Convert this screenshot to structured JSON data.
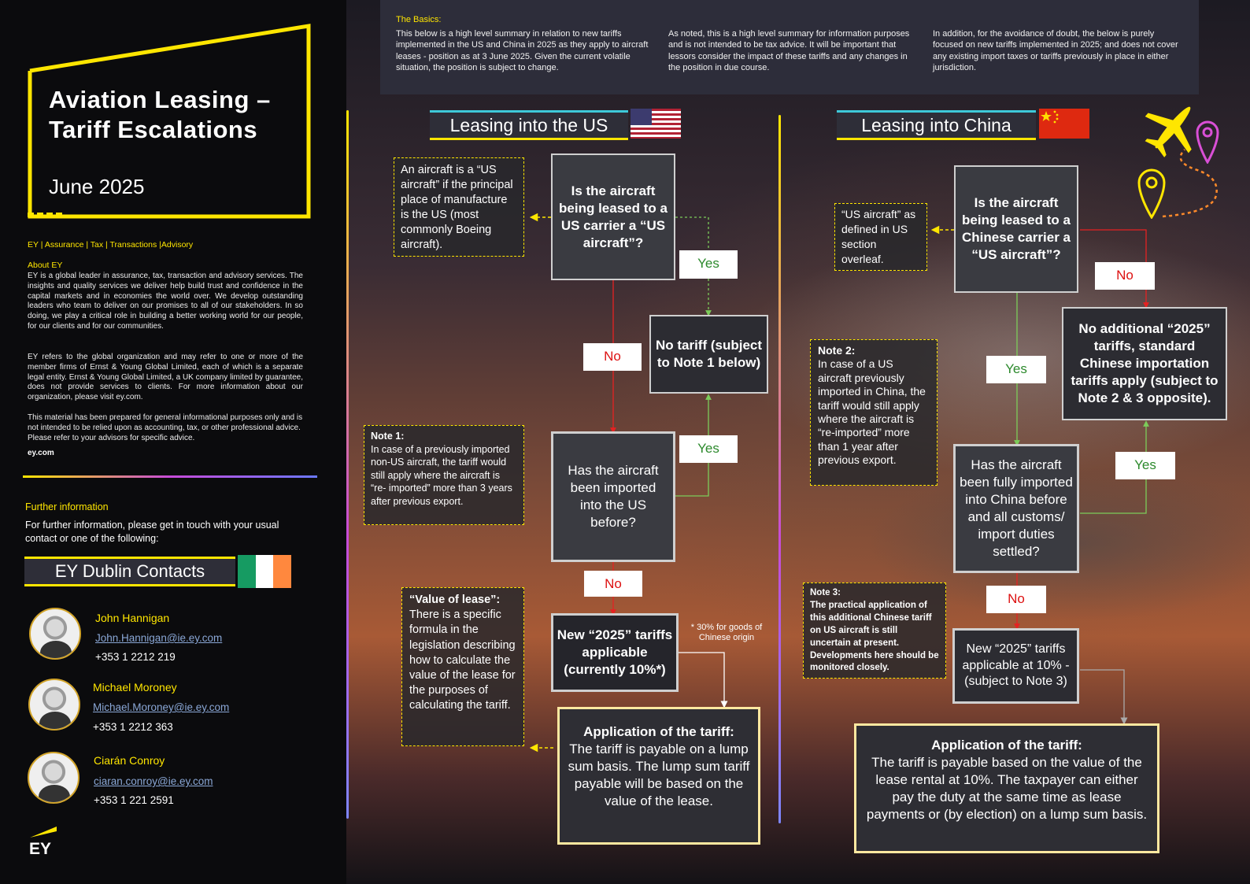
{
  "left_panel": {
    "title_line1": "Aviation Leasing –",
    "title_line2": "Tariff Escalations",
    "date": "June 2025",
    "services": [
      "EY",
      "Assurance",
      "Tax",
      "Transactions",
      "Advisory"
    ],
    "about_label": "About EY",
    "about_text": "EY is a global leader in assurance, tax, transaction and advisory services. The insights and quality services we deliver help build trust and confidence in the capital markets and in economies the world over. We develop outstanding leaders who team to deliver on our promises to all of our stakeholders. In so doing, we play a critical role in building a better working world for our people, for our clients and for our communities.",
    "refers_text": "EY refers to the global organization and may refer to one or more of the member firms of Ernst & Young Global Limited, each of which is a separate legal entity. Ernst & Young Global Limited, a UK company limited by guarantee, does not provide services to clients. For more information about our organization, please visit ey.com.",
    "material_text": "This material has been prepared for general informational purposes only and is not intended to be relied upon as accounting, tax, or other professional advice. Please refer to your advisors for specific advice.",
    "site": "ey.com",
    "further_label": "Further information",
    "further_text": "For further information, please get in touch with your usual contact or one of the following:",
    "contacts_title": "EY Dublin Contacts",
    "contacts": [
      {
        "name": "John Hannigan",
        "email": "John.Hannigan@ie.ey.com",
        "phone": "+353 1 2212 219"
      },
      {
        "name": "Michael Moroney",
        "email": "Michael.Moroney@ie.ey.com",
        "phone": "+353 1 2212 363"
      },
      {
        "name": "Ciarán Conroy",
        "email": "ciaran.conroy@ie.ey.com",
        "phone": "+353 1 221 2591"
      }
    ],
    "logo_text": "EY"
  },
  "basics": {
    "label": "The Basics:",
    "col1": "This below is a high level summary in relation to new tariffs implemented in the US and China in 2025 as they apply to aircraft leases - position as at 3 June 2025. Given the current volatile situation, the position is subject to change.",
    "col2": "As noted, this is a high level summary for information purposes and is not intended to be tax advice. It will be important that lessors consider the impact of these tariffs and any changes in the position in due course.",
    "col3": "In addition, for the avoidance of doubt, the below is purely focused on new tariffs implemented in 2025; and does not cover any existing import taxes or tariffs previously in place in either jurisdiction."
  },
  "us": {
    "header": "Leasing into the US",
    "q1": "Is the aircraft being leased to a US carrier a “US aircraft”?",
    "def": "An aircraft is a “US aircraft” if the principal place of manufacture is the US (most commonly Boeing aircraft).",
    "yes1": "Yes",
    "no1": "No",
    "no_tariff": "No tariff (subject to Note 1 below)",
    "q2": "Has the aircraft been imported into the US before?",
    "yes2": "Yes",
    "no2": "No",
    "note1_label": "Note 1:",
    "note1_text": "In case of a previously imported non-US aircraft, the tariff would still apply where the aircraft is “re- imported” more than 3 years after previous export.",
    "new_tariff": "New “2025” tariffs applicable (currently 10%*)",
    "footnote": "* 30% for goods of Chinese origin",
    "value_label": "“Value of lease”:",
    "value_text": "There is a specific formula in the legislation describing how to calculate the value of the lease for the purposes of calculating the tariff.",
    "app_label": "Application of the tariff:",
    "app_text": "The tariff is payable on a lump sum basis. The lump sum tariff payable will be based on the value of the lease."
  },
  "china": {
    "header": "Leasing into China",
    "q1": "Is the aircraft being leased to a Chinese carrier a “US aircraft”?",
    "def": "“US aircraft” as defined in US section overleaf.",
    "no1": "No",
    "no_additional": "No additional “2025” tariffs, standard Chinese importation tariffs apply (subject to Note 2 & 3 opposite).",
    "yes1": "Yes",
    "note2_label": "Note 2:",
    "note2_text": "In case of a US aircraft previously imported in China, the tariff would still apply where the aircraft is “re-imported” more than 1 year after previous export.",
    "q2": "Has the aircraft been fully imported into China before and all customs/ import duties settled?",
    "yes2": "Yes",
    "no2": "No",
    "note3_label": "Note 3:",
    "note3_text": "The practical application of this additional Chinese tariff on US aircraft is still uncertain at present. Developments here should be monitored closely.",
    "new_tariff": "New “2025” tariffs applicable at 10% - (subject to Note 3)",
    "app_label": "Application of the tariff:",
    "app_text": "The tariff is payable based on the value of the lease rental at 10%. The taxpayer can either pay the duty at the same time as lease payments or (by election) on a lump sum basis."
  },
  "icons": [
    "airplane-icon",
    "location-pin-icon",
    "us-flag-icon",
    "china-flag-icon",
    "ireland-flag-icon"
  ],
  "colors": {
    "accent": "#ffe600",
    "yes": "#2d8a2d",
    "no": "#dd1111",
    "panel": "#2e2e38"
  }
}
